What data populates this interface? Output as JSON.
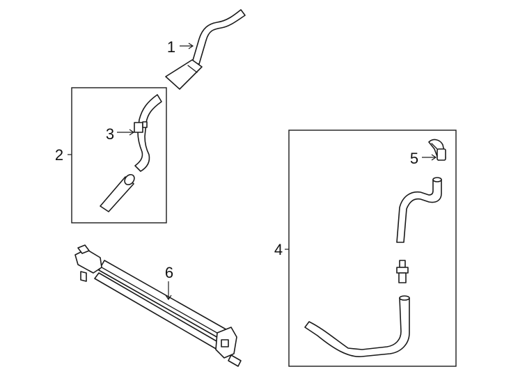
{
  "callouts": [
    {
      "id": "1",
      "text": "1"
    },
    {
      "id": "2",
      "text": "2"
    },
    {
      "id": "3",
      "text": "3"
    },
    {
      "id": "4",
      "text": "4"
    },
    {
      "id": "5",
      "text": "5"
    },
    {
      "id": "6",
      "text": "6"
    }
  ],
  "colors": {
    "line": "#1a1a1a",
    "background": "#ffffff"
  }
}
